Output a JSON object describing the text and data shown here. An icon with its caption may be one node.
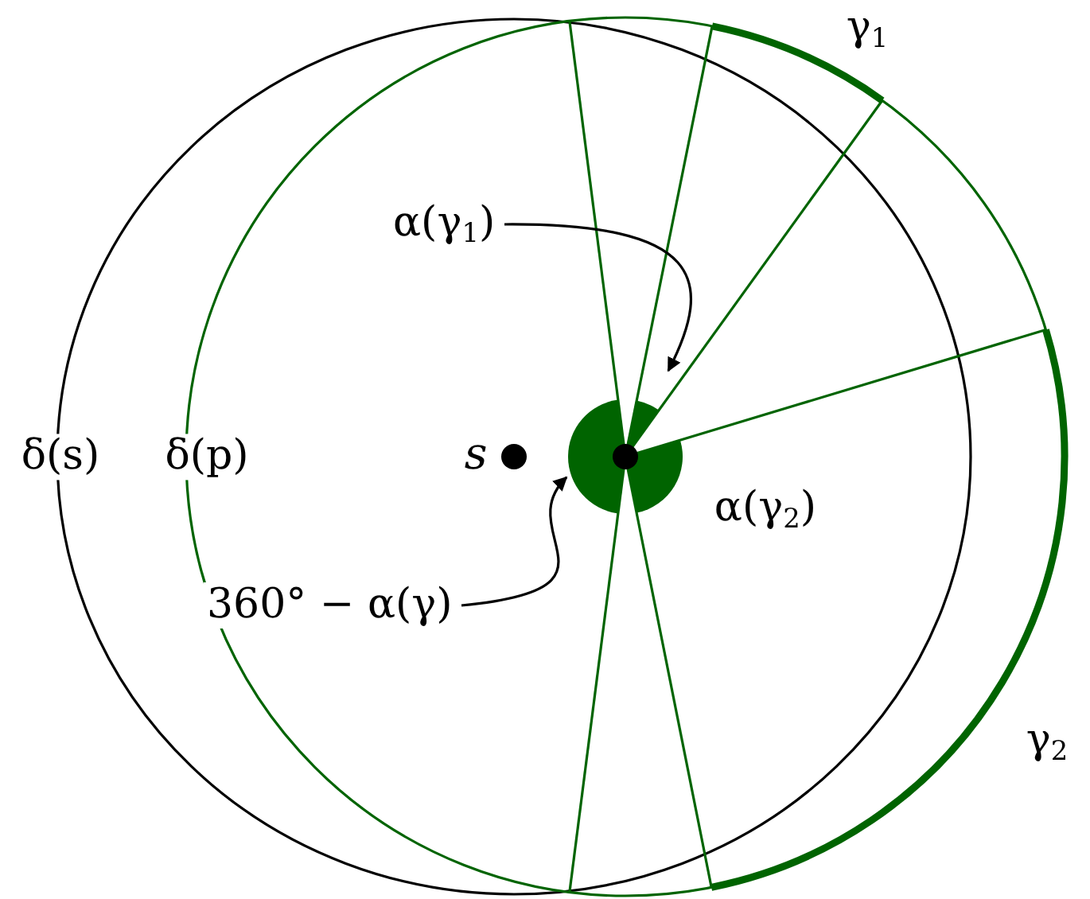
{
  "diagram": {
    "nodes": [
      {
        "text": [
          "α(γ$_{1}$)"
        ]
      },
      {
        "text": [],
        "shape": "circle"
      },
      {
        "text": [
          "360° − α(γ)"
        ]
      }
    ],
    "edges": [
      {
        "from": 0,
        "to": 1,
        "arrow": "to"
      },
      {
        "from": 2,
        "to": 1,
        "arrow": "to"
      }
    ],
    "labels": [
      "γ$_{1}$",
      "δ(s)",
      "δ(p)",
      "s",
      "α(γ$_{2}$)",
      "γ$_{2}$"
    ]
  }
}
